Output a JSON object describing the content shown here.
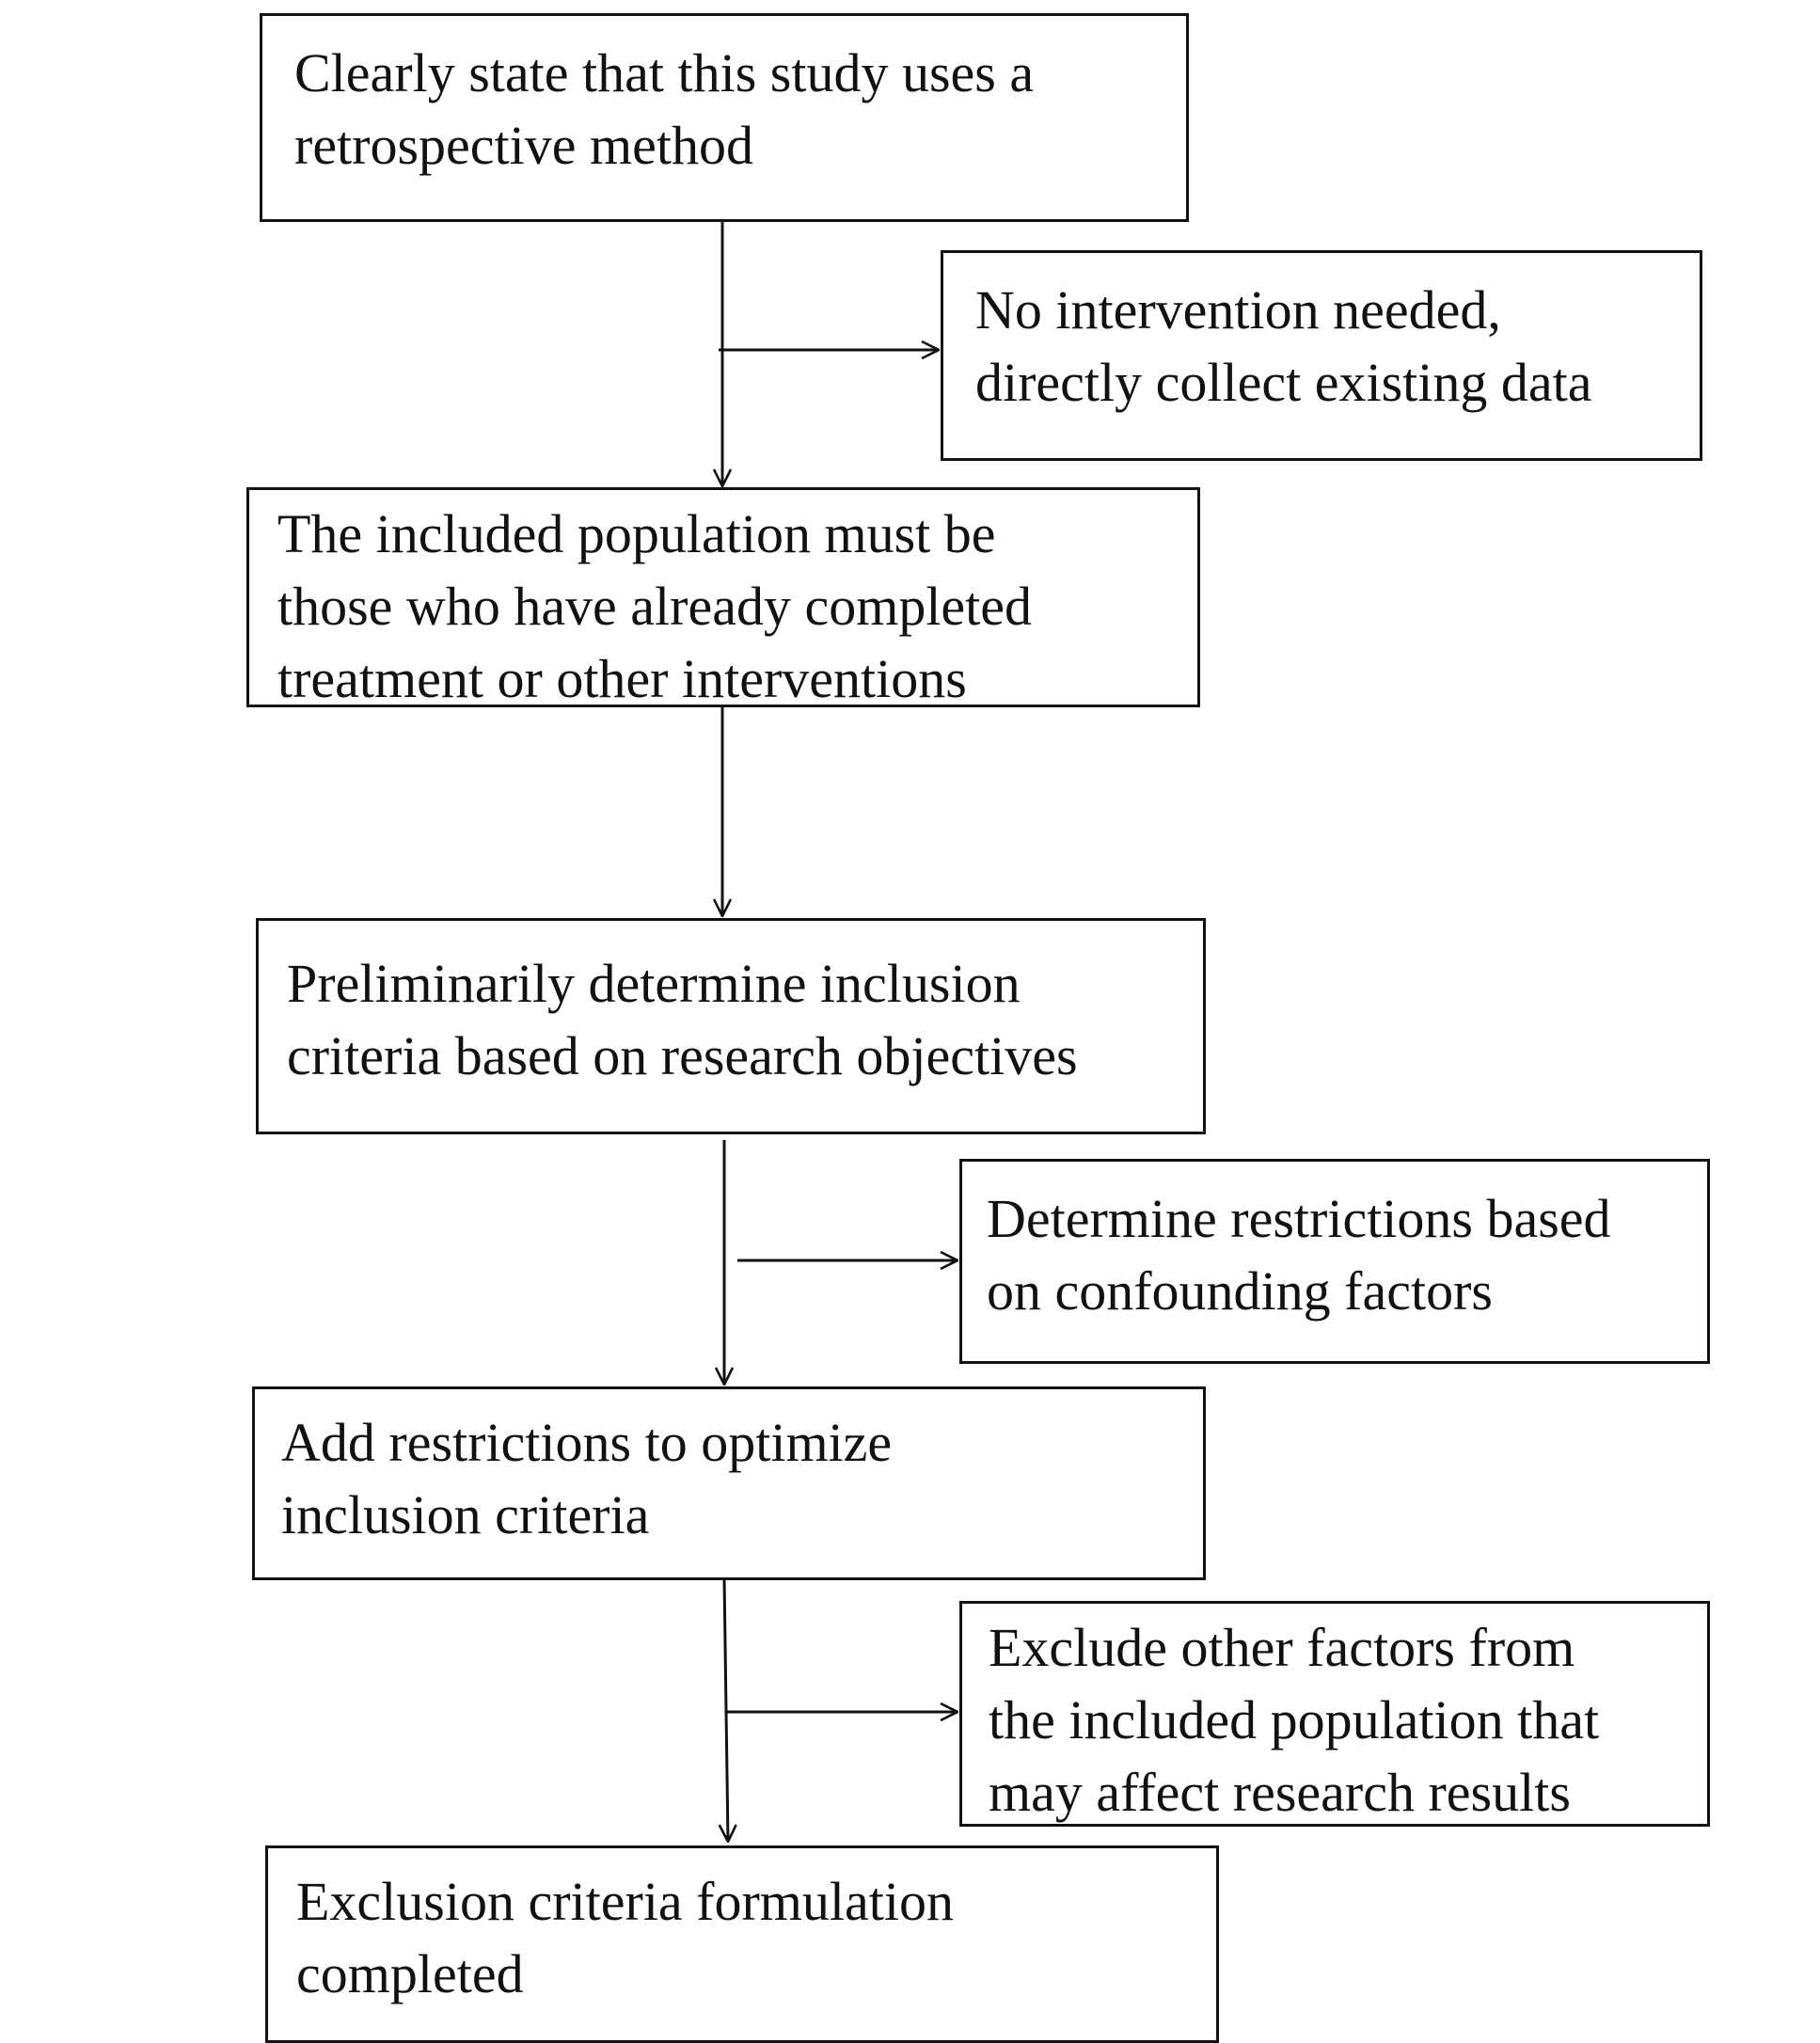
{
  "diagram": {
    "nodes": [
      {
        "id": "n1",
        "lines": [
          "Clearly state that this study uses a",
          "retrospective method"
        ]
      },
      {
        "id": "n2",
        "lines": [
          "No intervention needed,",
          "directly collect existing data"
        ]
      },
      {
        "id": "n3",
        "lines": [
          "The included population must be",
          "those who have already completed",
          "treatment or other interventions"
        ]
      },
      {
        "id": "n4",
        "lines": [
          "Preliminarily determine inclusion",
          "criteria based on research objectives"
        ]
      },
      {
        "id": "n5",
        "lines": [
          "Determine restrictions based",
          "on confounding factors"
        ]
      },
      {
        "id": "n6",
        "lines": [
          "Add restrictions to optimize",
          "inclusion criteria"
        ]
      },
      {
        "id": "n7",
        "lines": [
          "Exclude other factors from",
          "the included population that",
          "may affect research results"
        ]
      },
      {
        "id": "n8",
        "lines": [
          "Exclusion criteria formulation",
          "completed"
        ]
      }
    ],
    "edges": [
      {
        "from": "n1",
        "to": "n3"
      },
      {
        "from": "n1",
        "to": "n2"
      },
      {
        "from": "n3",
        "to": "n4"
      },
      {
        "from": "n4",
        "to": "n6"
      },
      {
        "from": "n4",
        "to": "n5"
      },
      {
        "from": "n6",
        "to": "n8"
      },
      {
        "from": "n6",
        "to": "n7"
      }
    ],
    "colors": {
      "stroke": "#111111",
      "background": "#ffffff",
      "text": "#111111"
    }
  }
}
